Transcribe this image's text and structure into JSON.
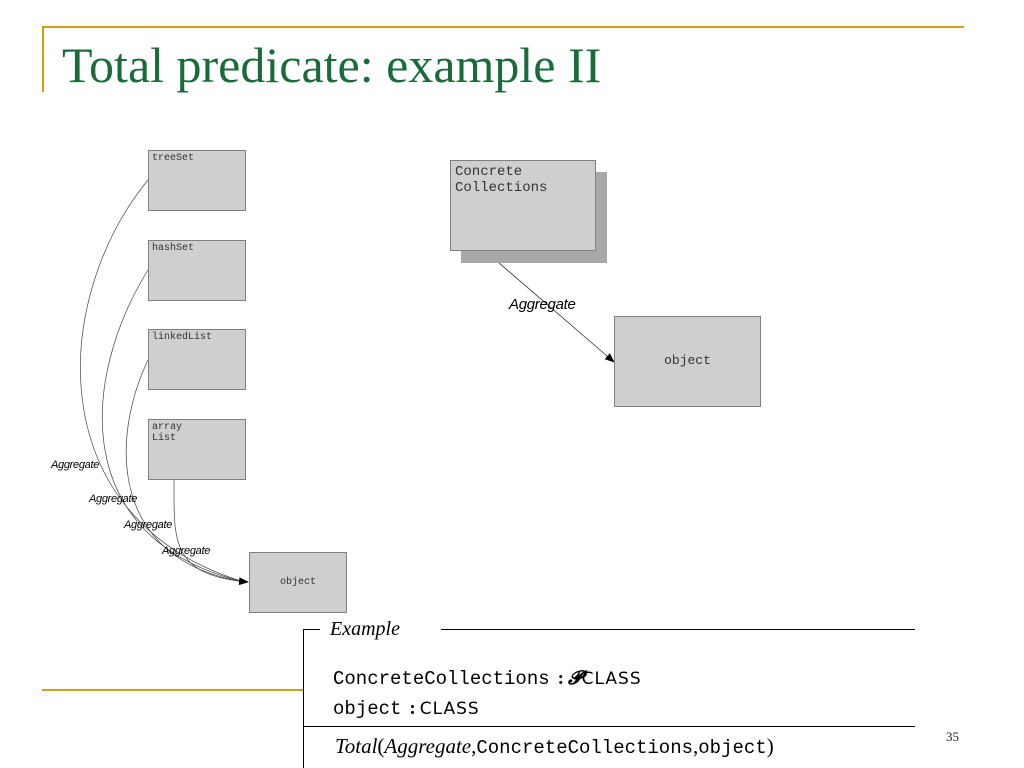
{
  "slide": {
    "title": "Total predicate: example II",
    "page_number": "35"
  },
  "left_diagram": {
    "boxes": [
      {
        "id": "treeSet",
        "label": "treeSet"
      },
      {
        "id": "hashSet",
        "label": "hashSet"
      },
      {
        "id": "linkedList",
        "label": "linkedList"
      },
      {
        "id": "arrayList",
        "label": "array\nList"
      },
      {
        "id": "object",
        "label": "object"
      }
    ],
    "edge_labels": [
      "Aggregate",
      "Aggregate",
      "Aggregate",
      "Aggregate"
    ]
  },
  "right_diagram": {
    "source_label": "Concrete\nCollections",
    "target_label": "object",
    "edge_label": "Aggregate"
  },
  "schema": {
    "name": "Example",
    "declarations": [
      {
        "name": "ConcreteCollections",
        "power": "𝓟",
        "type": "CLASS"
      },
      {
        "name": "object",
        "power": "",
        "type": "CLASS"
      }
    ],
    "predicate": {
      "function": "Total",
      "relation": "Aggregate",
      "arg1": "ConcreteCollections",
      "arg2": "object",
      "open_paren": "(",
      "comma": ",",
      "close_paren": ")"
    },
    "colon": ":"
  }
}
